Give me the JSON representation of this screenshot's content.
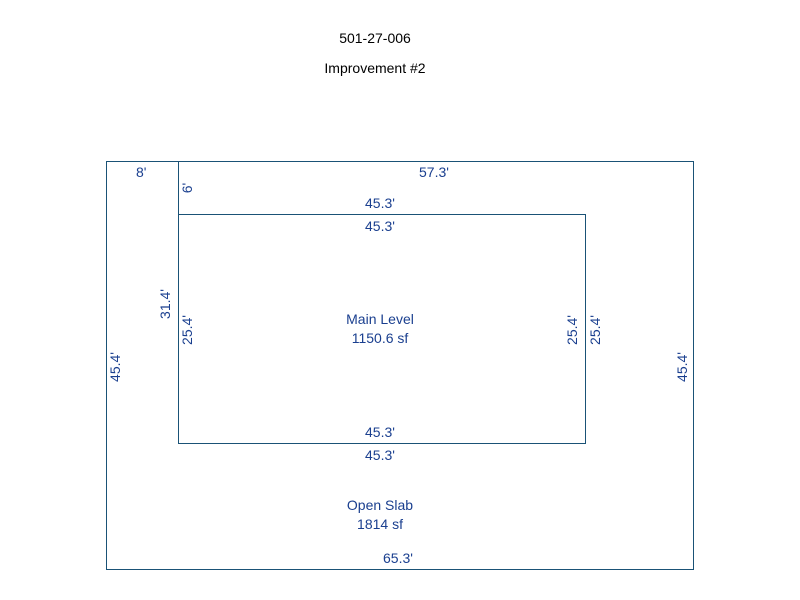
{
  "header": {
    "parcel_id": "501-27-006",
    "improvement": "Improvement #2"
  },
  "colors": {
    "line": "#1a5276",
    "label": "#1a3f8f"
  },
  "outer": {
    "top_right_label": "57.3'",
    "top_left_label": "8'",
    "left_notch_label": "6'",
    "left_label": "45.4'",
    "right_label": "45.4'",
    "bottom_label": "65.3'",
    "upper_left_label": "31.4'",
    "name": "Open Slab",
    "area": "1814 sf"
  },
  "inner": {
    "top_outside_label": "45.3'",
    "top_inside_label": "45.3'",
    "bottom_inside_label": "45.3'",
    "bottom_outside_label": "45.3'",
    "left_inside_label": "25.4'",
    "right_inside_label": "25.4'",
    "right_outside_label": "25.4'",
    "name": "Main Level",
    "area": "1150.6 sf"
  }
}
